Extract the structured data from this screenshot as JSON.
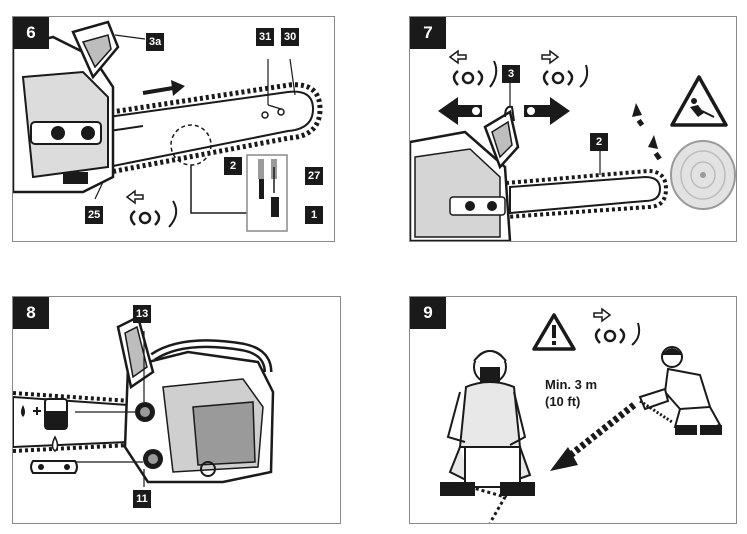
{
  "panels": [
    {
      "step": "6",
      "labels": [
        "3a",
        "31",
        "30",
        "2",
        "27",
        "1",
        "25"
      ]
    },
    {
      "step": "7",
      "labels": [
        "3",
        "2"
      ]
    },
    {
      "step": "8",
      "labels": [
        "13",
        "11"
      ]
    },
    {
      "step": "9",
      "labels": [],
      "distance_line1": "Min. 3 m",
      "distance_line2": "(10 ft)"
    }
  ],
  "icons": {
    "chain_brake_release": "chain-brake-release-icon",
    "chain_brake_engage": "chain-brake-engage-icon",
    "warning": "warning-triangle-icon"
  },
  "colors": {
    "ink": "#1a1a1a",
    "frame": "#8a8a8a",
    "background": "#ffffff"
  }
}
